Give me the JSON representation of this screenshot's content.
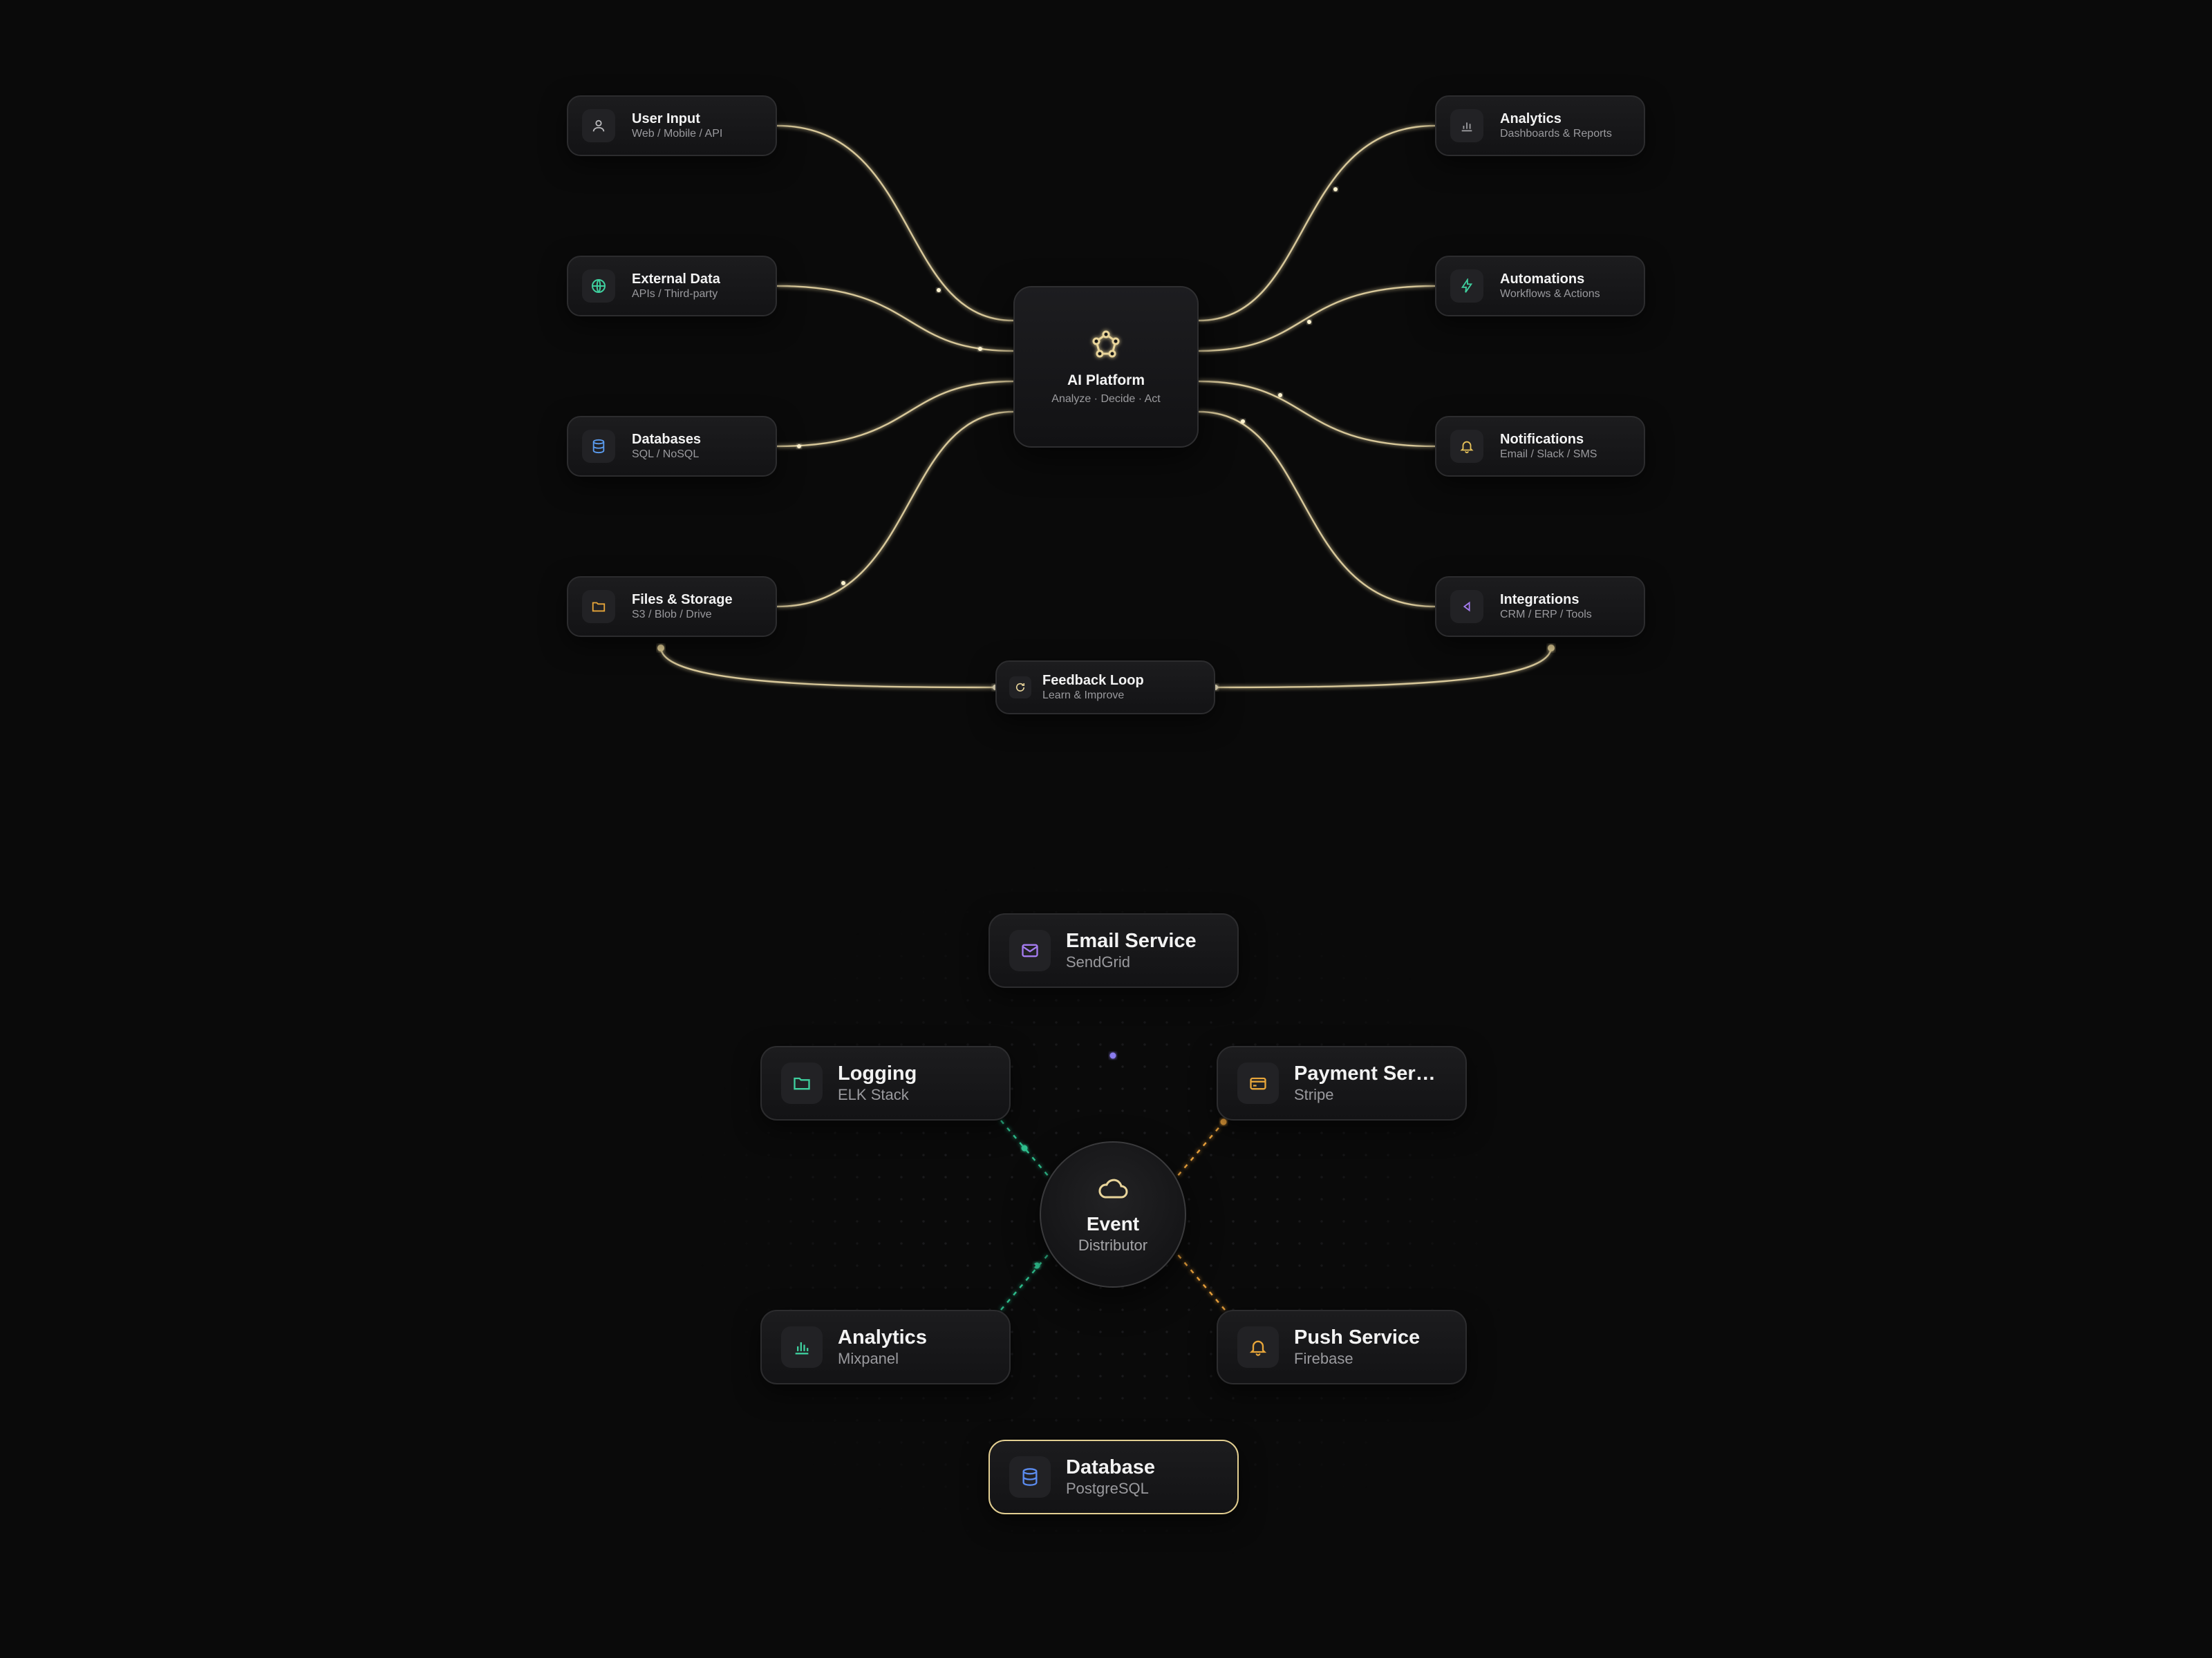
{
  "flow": {
    "hub": {
      "title": "AI Platform",
      "subtitle": "Analyze · Decide · Act",
      "icon": "network-icon",
      "accent": "#e8d49a"
    },
    "inputs": [
      {
        "title": "User Input",
        "subtitle": "Web / Mobile / API",
        "icon": "user-icon",
        "color": "#b9b9bc"
      },
      {
        "title": "External Data",
        "subtitle": "APIs / Third-party",
        "icon": "globe-icon",
        "color": "#3fcf9e"
      },
      {
        "title": "Databases",
        "subtitle": "SQL / NoSQL",
        "icon": "database-icon",
        "color": "#5b9cf0"
      },
      {
        "title": "Files & Storage",
        "subtitle": "S3 / Blob / Drive",
        "icon": "folder-icon",
        "color": "#e8a63a"
      }
    ],
    "outputs": [
      {
        "title": "Analytics",
        "subtitle": "Dashboards & Reports",
        "icon": "bar-chart-icon",
        "color": "#9d9da0"
      },
      {
        "title": "Automations",
        "subtitle": "Workflows & Actions",
        "icon": "lightning-icon",
        "color": "#3fcf9e"
      },
      {
        "title": "Notifications",
        "subtitle": "Email / Slack / SMS",
        "icon": "bell-icon",
        "color": "#e8c35a"
      },
      {
        "title": "Integrations",
        "subtitle": "CRM / ERP / Tools",
        "icon": "plug-icon",
        "color": "#a57cf0"
      }
    ],
    "feedback": {
      "title": "Feedback Loop",
      "subtitle": "Learn & Improve",
      "icon": "refresh-icon",
      "color": "#e8d49a"
    },
    "wire_color": "#d8c89a"
  },
  "hubspoke": {
    "center": {
      "title": "Event",
      "subtitle": "Distributor",
      "icon": "cloud-icon",
      "color": "#e8d49a"
    },
    "services": [
      {
        "key": "email",
        "title": "Email Service",
        "subtitle": "SendGrid",
        "icon": "mail-icon",
        "color": "#a57cf0",
        "line_color": "#8a7cf0"
      },
      {
        "key": "logging",
        "title": "Logging",
        "subtitle": "ELK Stack",
        "icon": "folder-icon",
        "color": "#3fcf9e",
        "line_color": "#2fbf8e"
      },
      {
        "key": "payment",
        "title": "Payment Servi...",
        "subtitle": "Stripe",
        "icon": "credit-card-icon",
        "color": "#e8a63a",
        "line_color": "#e8a03a"
      },
      {
        "key": "analytics",
        "title": "Analytics",
        "subtitle": "Mixpanel",
        "icon": "bar-chart-icon",
        "color": "#3fcf9e",
        "line_color": "#2fbf8e"
      },
      {
        "key": "push",
        "title": "Push Service",
        "subtitle": "Firebase",
        "icon": "bell-icon",
        "color": "#e8a63a",
        "line_color": "#e8a03a"
      },
      {
        "key": "database",
        "title": "Database",
        "subtitle": "PostgreSQL",
        "icon": "database-icon",
        "color": "#5b8cf0",
        "line_color": "#5b7cf0",
        "active": true
      }
    ]
  }
}
